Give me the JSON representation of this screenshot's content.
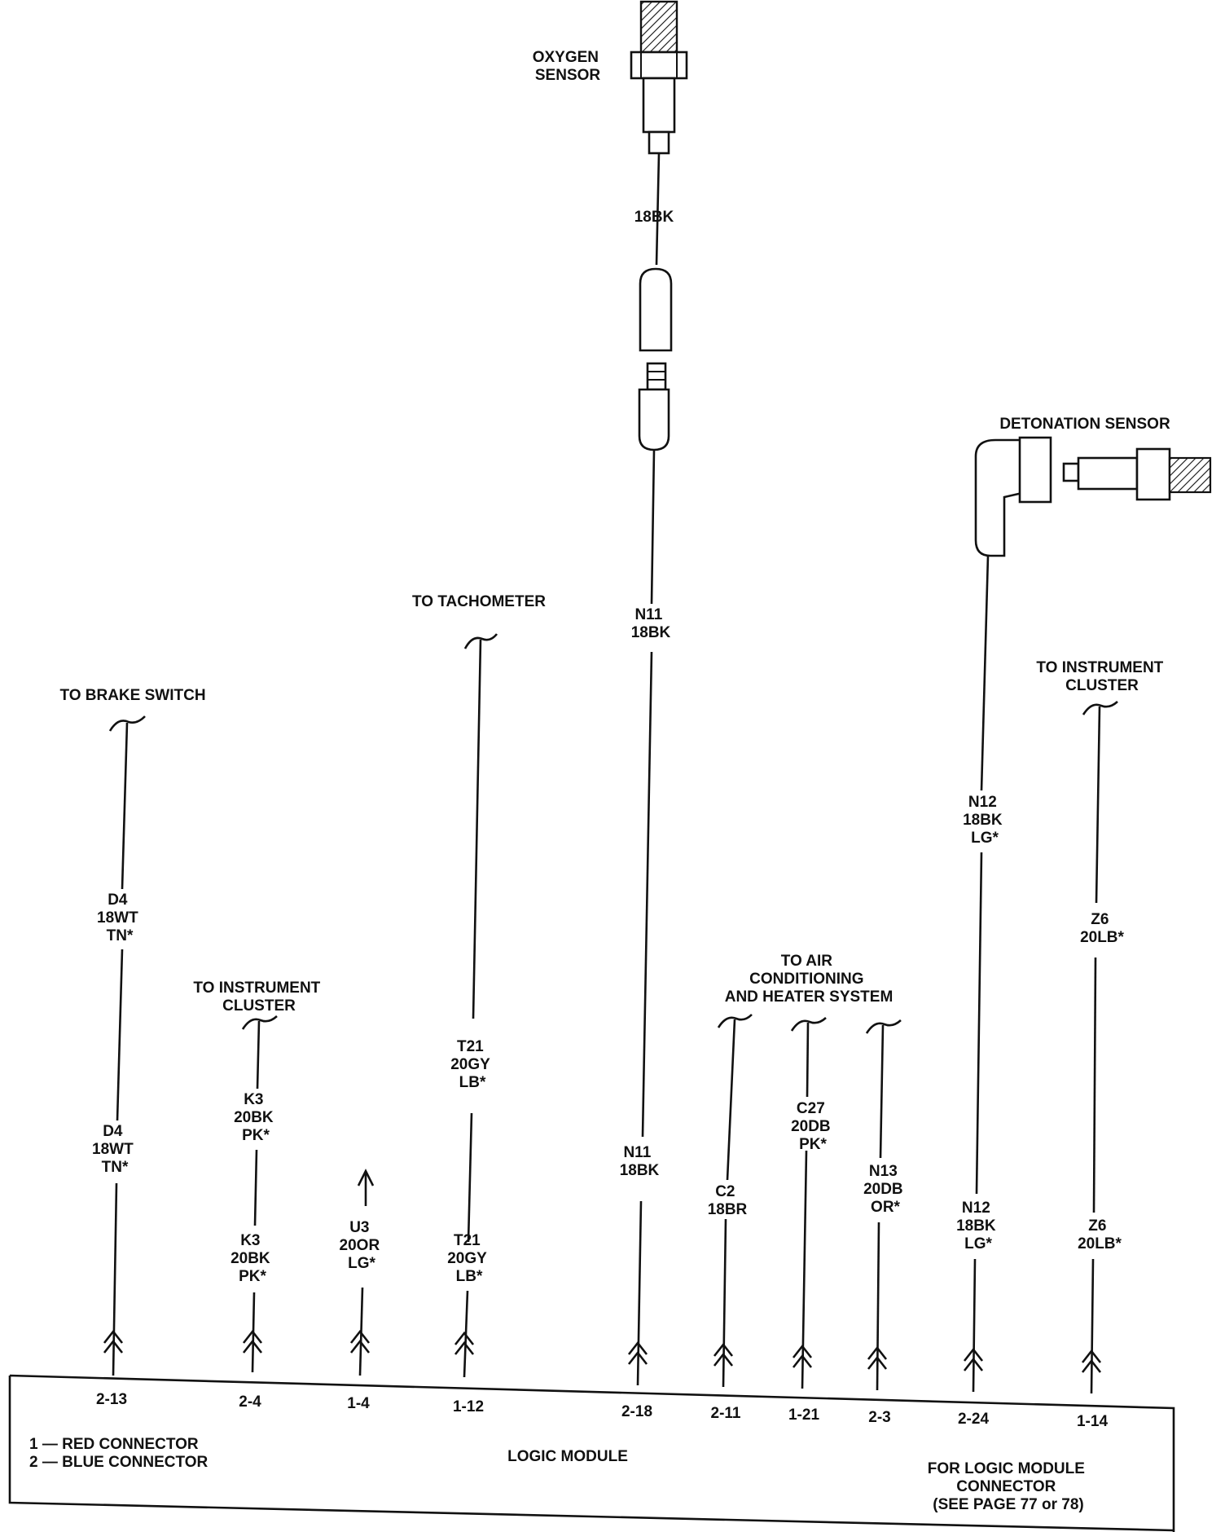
{
  "sensors": {
    "oxygen": [
      "OXYGEN",
      "SENSOR"
    ],
    "detonation": "DETONATION SENSOR"
  },
  "destinations": {
    "brake_switch": "TO BRAKE SWITCH",
    "tachometer": "TO TACHOMETER",
    "instrument_cluster_left": [
      "TO INSTRUMENT",
      "CLUSTER"
    ],
    "instrument_cluster_right": [
      "TO INSTRUMENT",
      "CLUSTER"
    ],
    "air_conditioning": [
      "TO AIR",
      "CONDITIONING",
      "AND HEATER SYSTEM"
    ]
  },
  "wire_labels": {
    "o2_lead": "18BK",
    "d4_upper": [
      "D4",
      "18WT",
      "TN*"
    ],
    "d4_lower": [
      "D4",
      "18WT",
      "TN*"
    ],
    "k3_upper": [
      "K3",
      "20BK",
      "PK*"
    ],
    "k3_lower": [
      "K3",
      "20BK",
      "PK*"
    ],
    "u3": [
      "U3",
      "20OR",
      "LG*"
    ],
    "t21_upper": [
      "T21",
      "20GY",
      "LB*"
    ],
    "t21_lower": [
      "T21",
      "20GY",
      "LB*"
    ],
    "n11_upper": [
      "N11",
      "18BK"
    ],
    "n11_lower": [
      "N11",
      "18BK"
    ],
    "c2": [
      "C2",
      "18BR"
    ],
    "c27": [
      "C27",
      "20DB",
      "PK*"
    ],
    "n13": [
      "N13",
      "20DB",
      "OR*"
    ],
    "n12_upper": [
      "N12",
      "18BK",
      "LG*"
    ],
    "n12_lower": [
      "N12",
      "18BK",
      "LG*"
    ],
    "z6_upper": [
      "Z6",
      "20LB*"
    ],
    "z6_lower": [
      "Z6",
      "20LB*"
    ]
  },
  "pins": [
    "2-13",
    "2-4",
    "1-4",
    "1-12",
    "2-18",
    "2-11",
    "1-21",
    "2-3",
    "2-24",
    "1-14"
  ],
  "module": {
    "title": "LOGIC MODULE",
    "legend": [
      "1 — RED CONNECTOR",
      "2 — BLUE CONNECTOR"
    ],
    "note": [
      "FOR LOGIC MODULE",
      "CONNECTOR",
      "(SEE PAGE 77 or 78)"
    ]
  }
}
